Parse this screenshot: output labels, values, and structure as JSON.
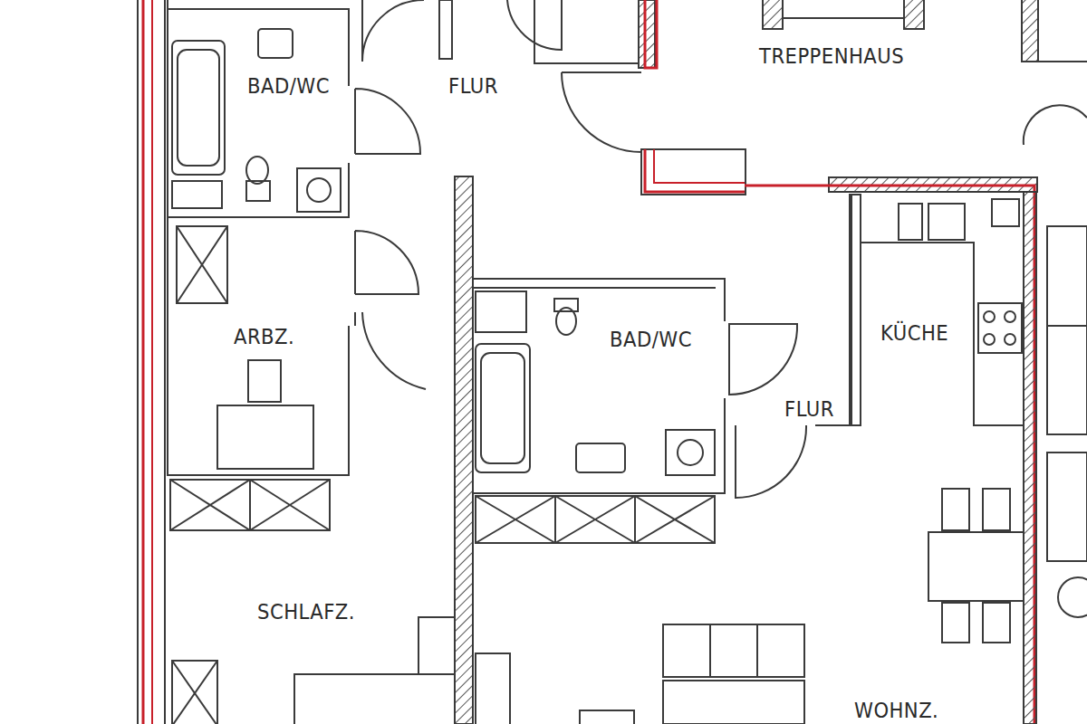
{
  "diagram": {
    "labels": [
      "BAD/WC",
      "FLUR",
      "TREPPENHAUS",
      "ARBZ.",
      "BAD/WC",
      "KÜCHE",
      "FLUR",
      "SCHLAFZ.",
      "WOHNZ."
    ]
  }
}
